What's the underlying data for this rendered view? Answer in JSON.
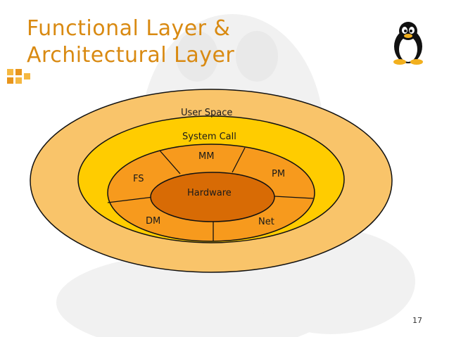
{
  "slide": {
    "title_line1": "Functional Layer &",
    "title_line2": "Architectural Layer",
    "page_number": "17"
  },
  "diagram": {
    "layers": {
      "outer": "User Space",
      "second": "System Call",
      "core": "Hardware"
    },
    "subsystems": [
      "MM",
      "PM",
      "Net",
      "DM",
      "FS"
    ]
  },
  "colors": {
    "title": "#d98a12",
    "user_space": "#f9c46a",
    "system_call": "#ffcc00",
    "subsystem_ring": "#f79a1d",
    "hardware": "#d86b05",
    "outline": "#111111"
  },
  "icons": {
    "logo": "tux-penguin-icon",
    "bullet": "square-bullets-icon",
    "watermark": "tux-watermark"
  }
}
